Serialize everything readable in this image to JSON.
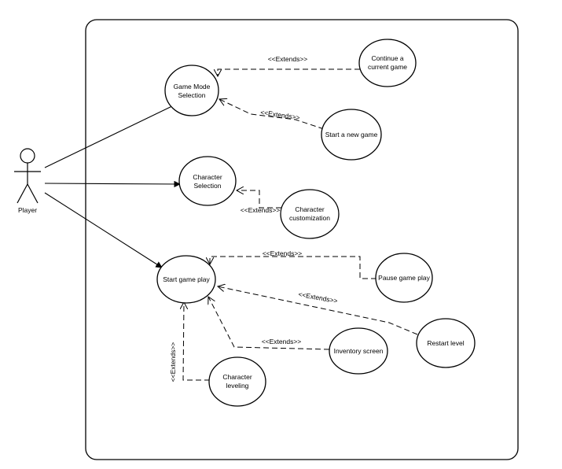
{
  "actor": {
    "name": "Player"
  },
  "use_cases": {
    "game_mode_selection": [
      "Game Mode",
      "Selection"
    ],
    "continue_game": [
      "Continue a",
      "current game"
    ],
    "start_new_game": [
      "Start a new game"
    ],
    "character_selection": [
      "Character",
      "Selection"
    ],
    "character_customization": [
      "Character",
      "customization"
    ],
    "start_game_play": [
      "Start game play"
    ],
    "pause_game_play": [
      "Pause game play"
    ],
    "restart_level": [
      "Restart level"
    ],
    "inventory_screen": [
      "Inventory screen"
    ],
    "character_leveling": [
      "Character",
      "leveling"
    ]
  },
  "extend_label": "<<Extends>>"
}
